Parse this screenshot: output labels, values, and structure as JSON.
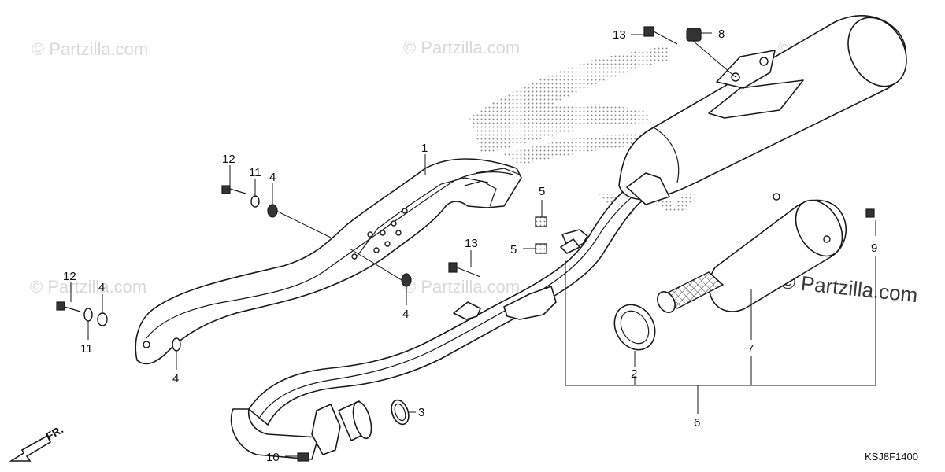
{
  "watermarks": {
    "top_left": "© Partzilla.com",
    "top_center": "© Partzilla.com",
    "top_right": "© Partzilla.com",
    "mid_left": "© Partzilla.com",
    "mid_center": "© Partzilla.com",
    "right_main": "© Partzilla.com"
  },
  "callouts": {
    "c1": "1",
    "c2": "2",
    "c3": "3",
    "c4a": "4",
    "c4b": "4",
    "c4c": "4",
    "c4d": "4",
    "c5a": "5",
    "c5b": "5",
    "c6": "6",
    "c7": "7",
    "c8": "8",
    "c9": "9",
    "c10": "10",
    "c11a": "11",
    "c11b": "11",
    "c12a": "12",
    "c12b": "12",
    "c13a": "13",
    "c13b": "13"
  },
  "direction_label": "FR.",
  "diagram_code": "KSJ8F1400",
  "colors": {
    "line": "#1a1a1a",
    "watermark": "#d9d9d9",
    "stipple": "#8a8a8a"
  }
}
